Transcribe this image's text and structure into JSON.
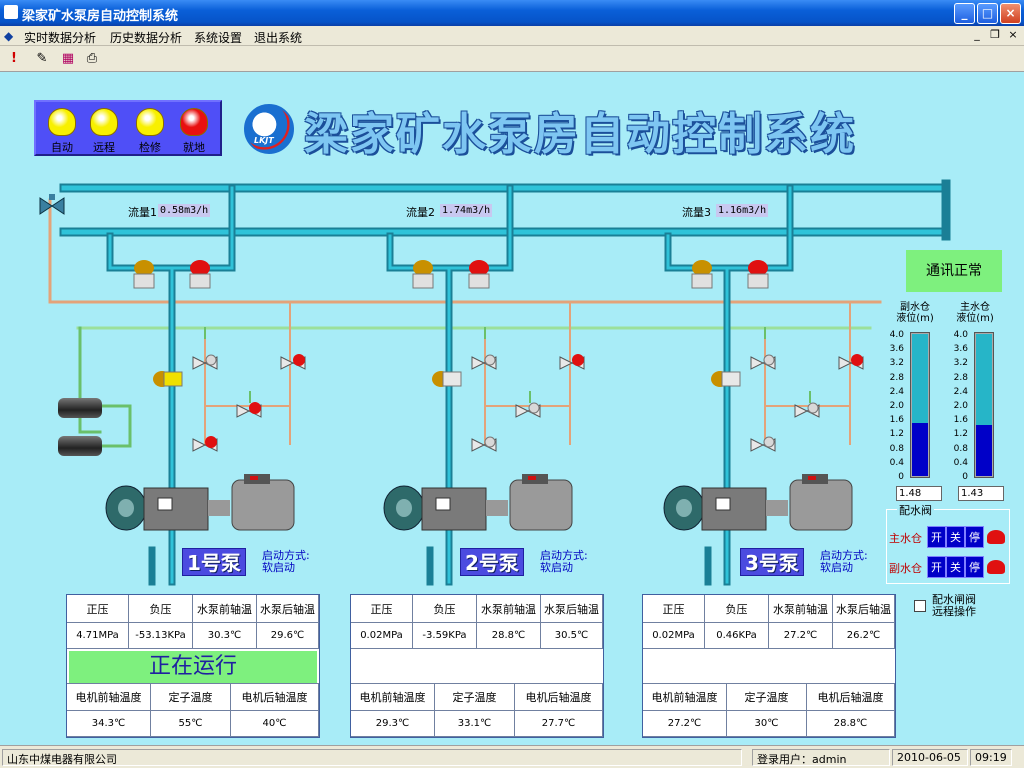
{
  "window": {
    "title": "梁家矿水泵房自动控制系统",
    "min": "_",
    "max": "□",
    "close": "×"
  },
  "menu": {
    "items": [
      "实时数据分析",
      "历史数据分析",
      "系统设置",
      "退出系统"
    ],
    "mdi_min": "_",
    "mdi_restore": "❐",
    "mdi_close": "×"
  },
  "toolbar": {
    "icons": [
      "alarm-icon",
      "tools-icon",
      "chart-icon",
      "printer-icon"
    ]
  },
  "header": {
    "title": "梁家矿水泵房自动控制系统",
    "logo_text": "LKJT"
  },
  "lamps": [
    {
      "label": "自动",
      "color": "#f8f000"
    },
    {
      "label": "远程",
      "color": "#f8f000"
    },
    {
      "label": "检修",
      "color": "#f8f000"
    },
    {
      "label": "就地",
      "color": "#e81010"
    }
  ],
  "flows": [
    {
      "label": "流量1",
      "value": "0.58m3/h"
    },
    {
      "label": "流量2",
      "value": "1.74m3/h"
    },
    {
      "label": "流量3",
      "value": "1.16m3/h"
    }
  ],
  "comm_status": "通讯正常",
  "tanks": {
    "scale": [
      "4.0",
      "3.6",
      "3.2",
      "2.8",
      "2.4",
      "2.0",
      "1.6",
      "1.2",
      "0.8",
      "0.4",
      "0"
    ],
    "unit": "(m)",
    "aux": {
      "title1": "副水仓",
      "title2": "液位",
      "reading": "1.48",
      "level": 1.48
    },
    "main": {
      "title1": "主水仓",
      "title2": "液位",
      "reading": "1.43",
      "level": 1.43
    },
    "max": 4.0
  },
  "valve_control": {
    "title": "配水阀",
    "rows": [
      {
        "label": "主水仓"
      },
      {
        "label": "副水仓"
      }
    ],
    "open": "开",
    "close": "关",
    "stop": "停"
  },
  "remote": {
    "line1": "配水闸阀",
    "line2": "远程操作"
  },
  "pumps": [
    {
      "name": "1号泵",
      "start_label": "启动方式:",
      "start_mode": "软启动",
      "headers": [
        "正压",
        "负压",
        "水泵前轴温",
        "水泵后轴温"
      ],
      "values": [
        "4.71MPa",
        "-53.13KPa",
        "30.3℃",
        "29.6℃"
      ],
      "status": "正在运行",
      "motor_headers": [
        "电机前轴温度",
        "定子温度",
        "电机后轴温度"
      ],
      "motor_values": [
        "34.3℃",
        "55℃",
        "40℃"
      ]
    },
    {
      "name": "2号泵",
      "start_label": "启动方式:",
      "start_mode": "软启动",
      "headers": [
        "正压",
        "负压",
        "水泵前轴温",
        "水泵后轴温"
      ],
      "values": [
        "0.02MPa",
        "-3.59KPa",
        "28.8℃",
        "30.5℃"
      ],
      "status": "",
      "motor_headers": [
        "电机前轴温度",
        "定子温度",
        "电机后轴温度"
      ],
      "motor_values": [
        "29.3℃",
        "33.1℃",
        "27.7℃"
      ]
    },
    {
      "name": "3号泵",
      "start_label": "启动方式:",
      "start_mode": "软启动",
      "headers": [
        "正压",
        "负压",
        "水泵前轴温",
        "水泵后轴温"
      ],
      "values": [
        "0.02MPa",
        "0.46KPa",
        "27.2℃",
        "26.2℃"
      ],
      "status": "",
      "motor_headers": [
        "电机前轴温度",
        "定子温度",
        "电机后轴温度"
      ],
      "motor_values": [
        "27.2℃",
        "30℃",
        "28.8℃"
      ]
    }
  ],
  "status_bar": {
    "company": "山东中煤电器有限公司",
    "user_label": "登录用户：",
    "user": "admin",
    "date": "2010-06-05",
    "time": "09:19"
  }
}
